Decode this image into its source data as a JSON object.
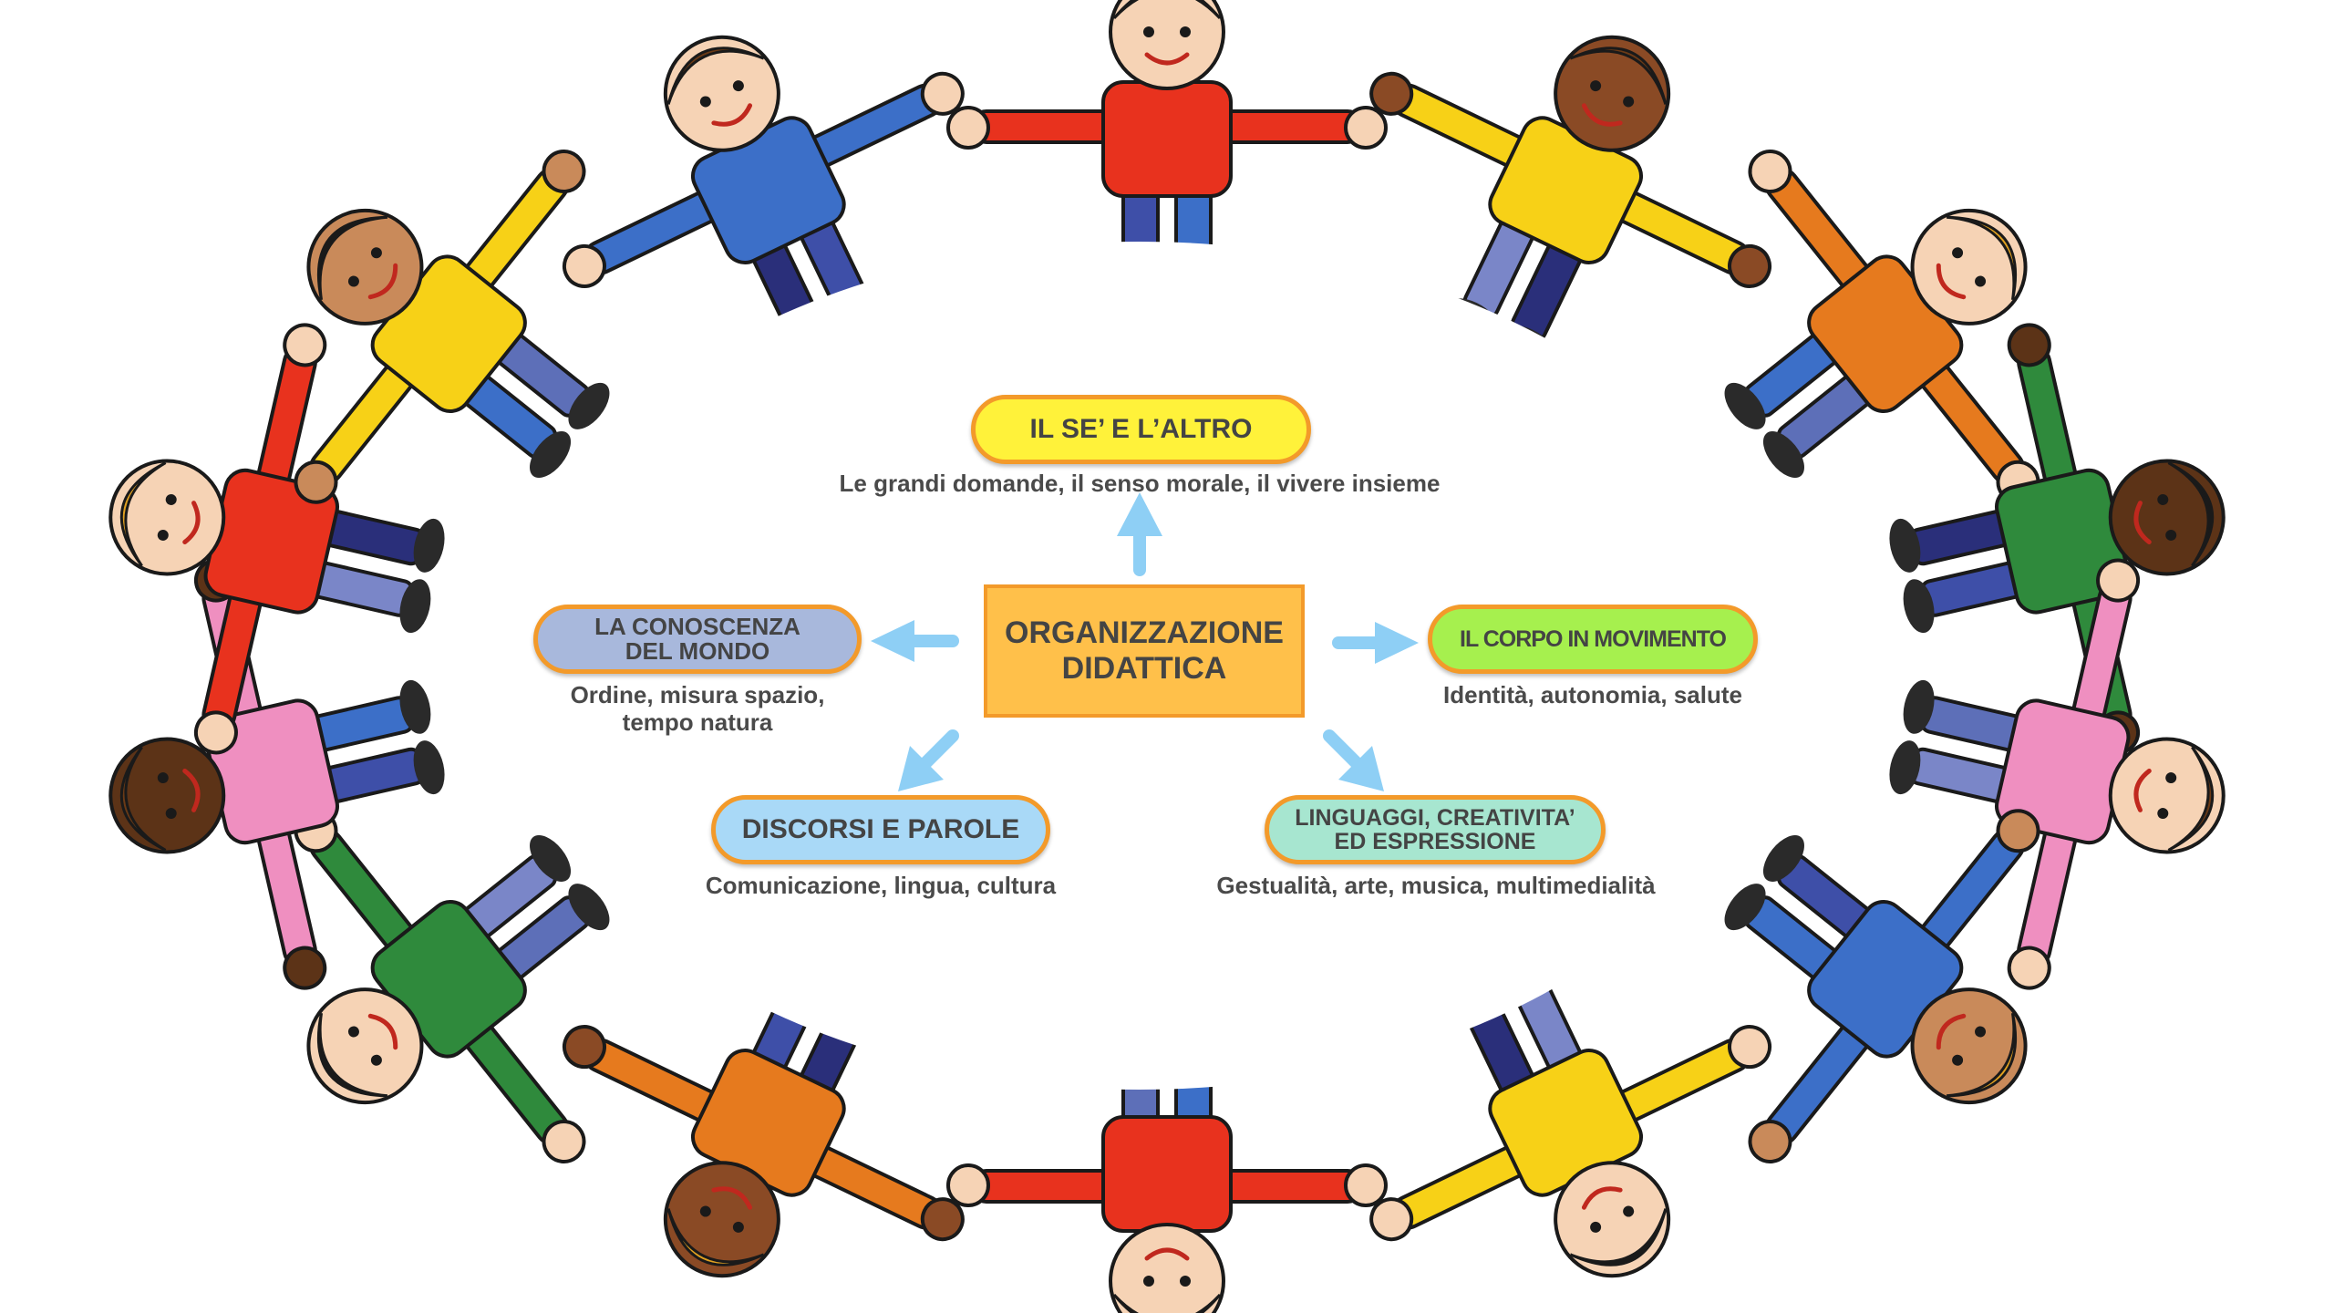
{
  "center": {
    "line1": "ORGANIZZAZIONE",
    "line2": "DIDATTICA",
    "fill": "#ffc04a"
  },
  "fields": {
    "se_altro": {
      "title": "IL SE’ E L’ALTRO",
      "caption": "Le grandi domande, il senso morale, il vivere insieme",
      "fill": "#fff23a"
    },
    "conoscenza": {
      "title_line1": "LA CONOSCENZA",
      "title_line2": "DEL MONDO",
      "caption_line1": "Ordine, misura spazio,",
      "caption_line2": "tempo natura",
      "fill": "#a8b8dc"
    },
    "corpo": {
      "title": "IL CORPO IN MOVIMENTO",
      "caption": "Identità, autonomia, salute",
      "fill": "#a6f04e"
    },
    "discorsi": {
      "title": "DISCORSI E PAROLE",
      "caption": "Comunicazione, lingua, cultura",
      "fill": "#a9d9f7"
    },
    "linguaggi": {
      "title_line1": "LINGUAGGI, CREATIVITA’",
      "title_line2": "ED ESPRESSIONE",
      "caption": "Gestualità, arte, musica, multimedialità",
      "fill": "#a7e6d0"
    }
  },
  "colors": {
    "border": "#f39a2a",
    "arrow": "#8ecff5"
  },
  "decoration": {
    "subject": "ring-of-children-holding-hands"
  }
}
